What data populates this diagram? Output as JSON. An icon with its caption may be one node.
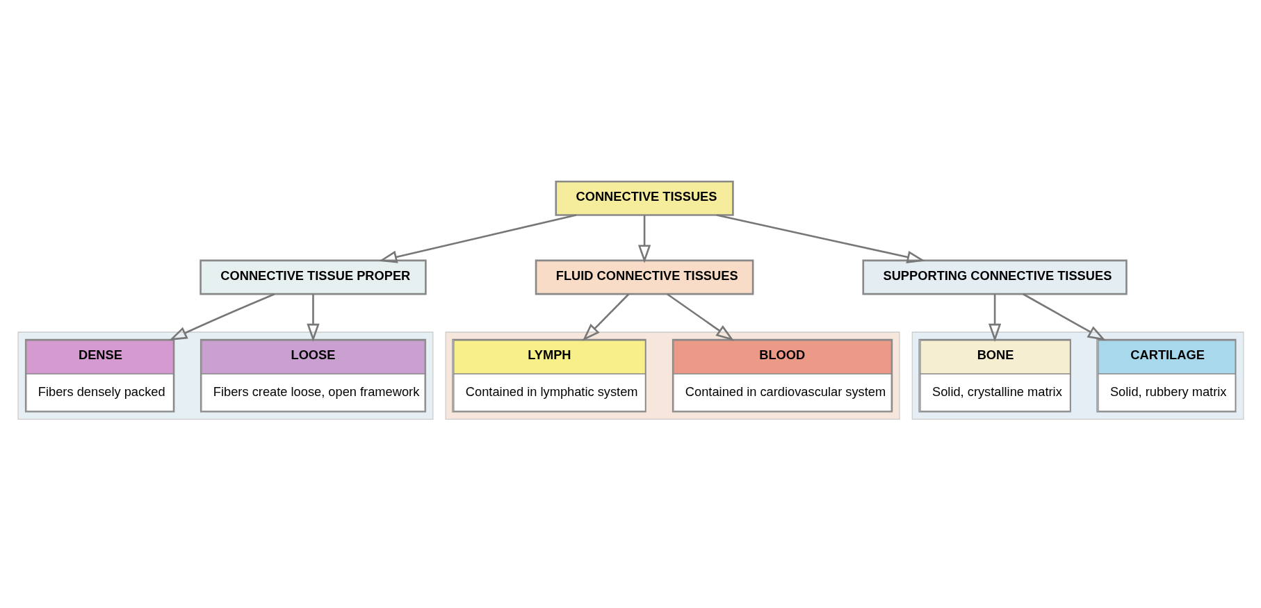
{
  "diagram": {
    "nodes": [
      {
        "text": [
          "CONNECTIVE TISSUES"
        ]
      },
      {
        "text": [
          "CONNECTIVE TISSUE PROPER"
        ]
      },
      {
        "text": [
          "FLUID CONNECTIVE TISSUES"
        ]
      },
      {
        "text": [
          "SUPPORTING CONNECTIVE TISSUES"
        ]
      },
      {
        "text": [],
        "shape": "box"
      },
      {
        "text": [
          "LOOSE",
          "Fibers create loose, open framework"
        ],
        "in": 4
      },
      {
        "text": [
          "DENSE",
          "Fibers densely packed"
        ],
        "in": 4
      },
      {
        "text": [],
        "shape": "box"
      },
      {
        "text": [
          "BLOOD",
          "Contained in cardiovascular system"
        ],
        "in": 7
      },
      {
        "text": [
          "LYMPH",
          "Contained in lymphatic system"
        ],
        "in": 7
      },
      {
        "text": [],
        "shape": "box"
      },
      {
        "text": [
          "CARTILAGE",
          "Solid, rubbery matrix"
        ],
        "in": 10
      },
      {
        "text": [
          "BONE",
          "Solid, crystalline matrix"
        ],
        "in": 10
      }
    ],
    "edges": [
      {
        "from": 0,
        "to": 1,
        "arrow": "to"
      },
      {
        "from": 0,
        "to": 2,
        "arrow": "to"
      },
      {
        "from": 0,
        "to": 3,
        "arrow": "to"
      },
      {
        "from": 1,
        "to": 5,
        "arrow": "to"
      },
      {
        "from": 1,
        "to": 6,
        "arrow": "to"
      },
      {
        "from": 2,
        "to": 8,
        "arrow": "to"
      },
      {
        "from": 2,
        "to": 9,
        "arrow": "to"
      },
      {
        "from": 3,
        "to": 11,
        "arrow": "to"
      },
      {
        "from": 3,
        "to": 12,
        "arrow": "to"
      }
    ]
  }
}
